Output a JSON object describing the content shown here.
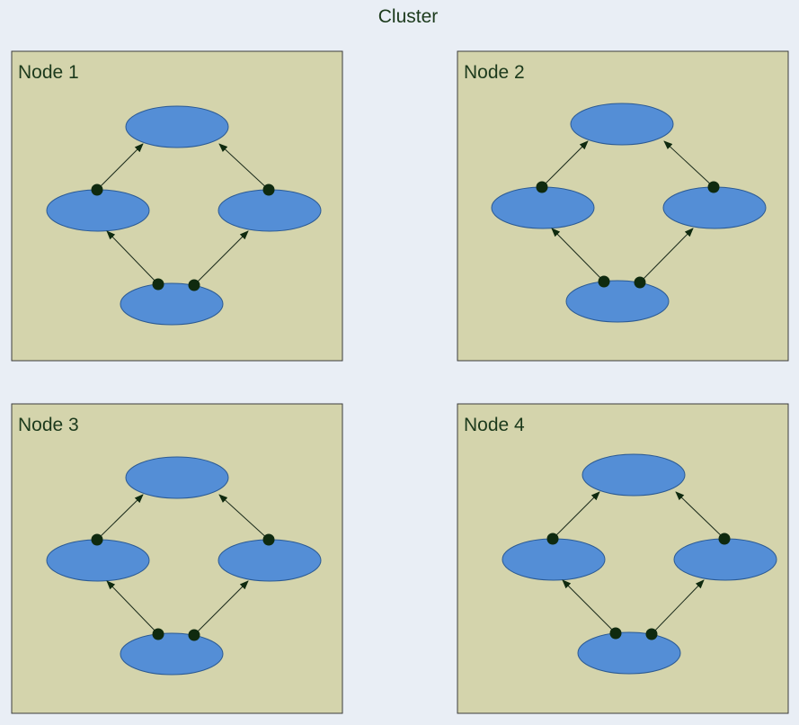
{
  "title": "Cluster",
  "nodes": [
    {
      "label": "Node 1"
    },
    {
      "label": "Node 2"
    },
    {
      "label": "Node 3"
    },
    {
      "label": "Node 4"
    }
  ],
  "colors": {
    "background": "#e9eef5",
    "node_fill": "#d4d4ac",
    "vertex_fill": "#548ed6",
    "edge": "#1b2b1b",
    "text": "#1c3a1c"
  }
}
